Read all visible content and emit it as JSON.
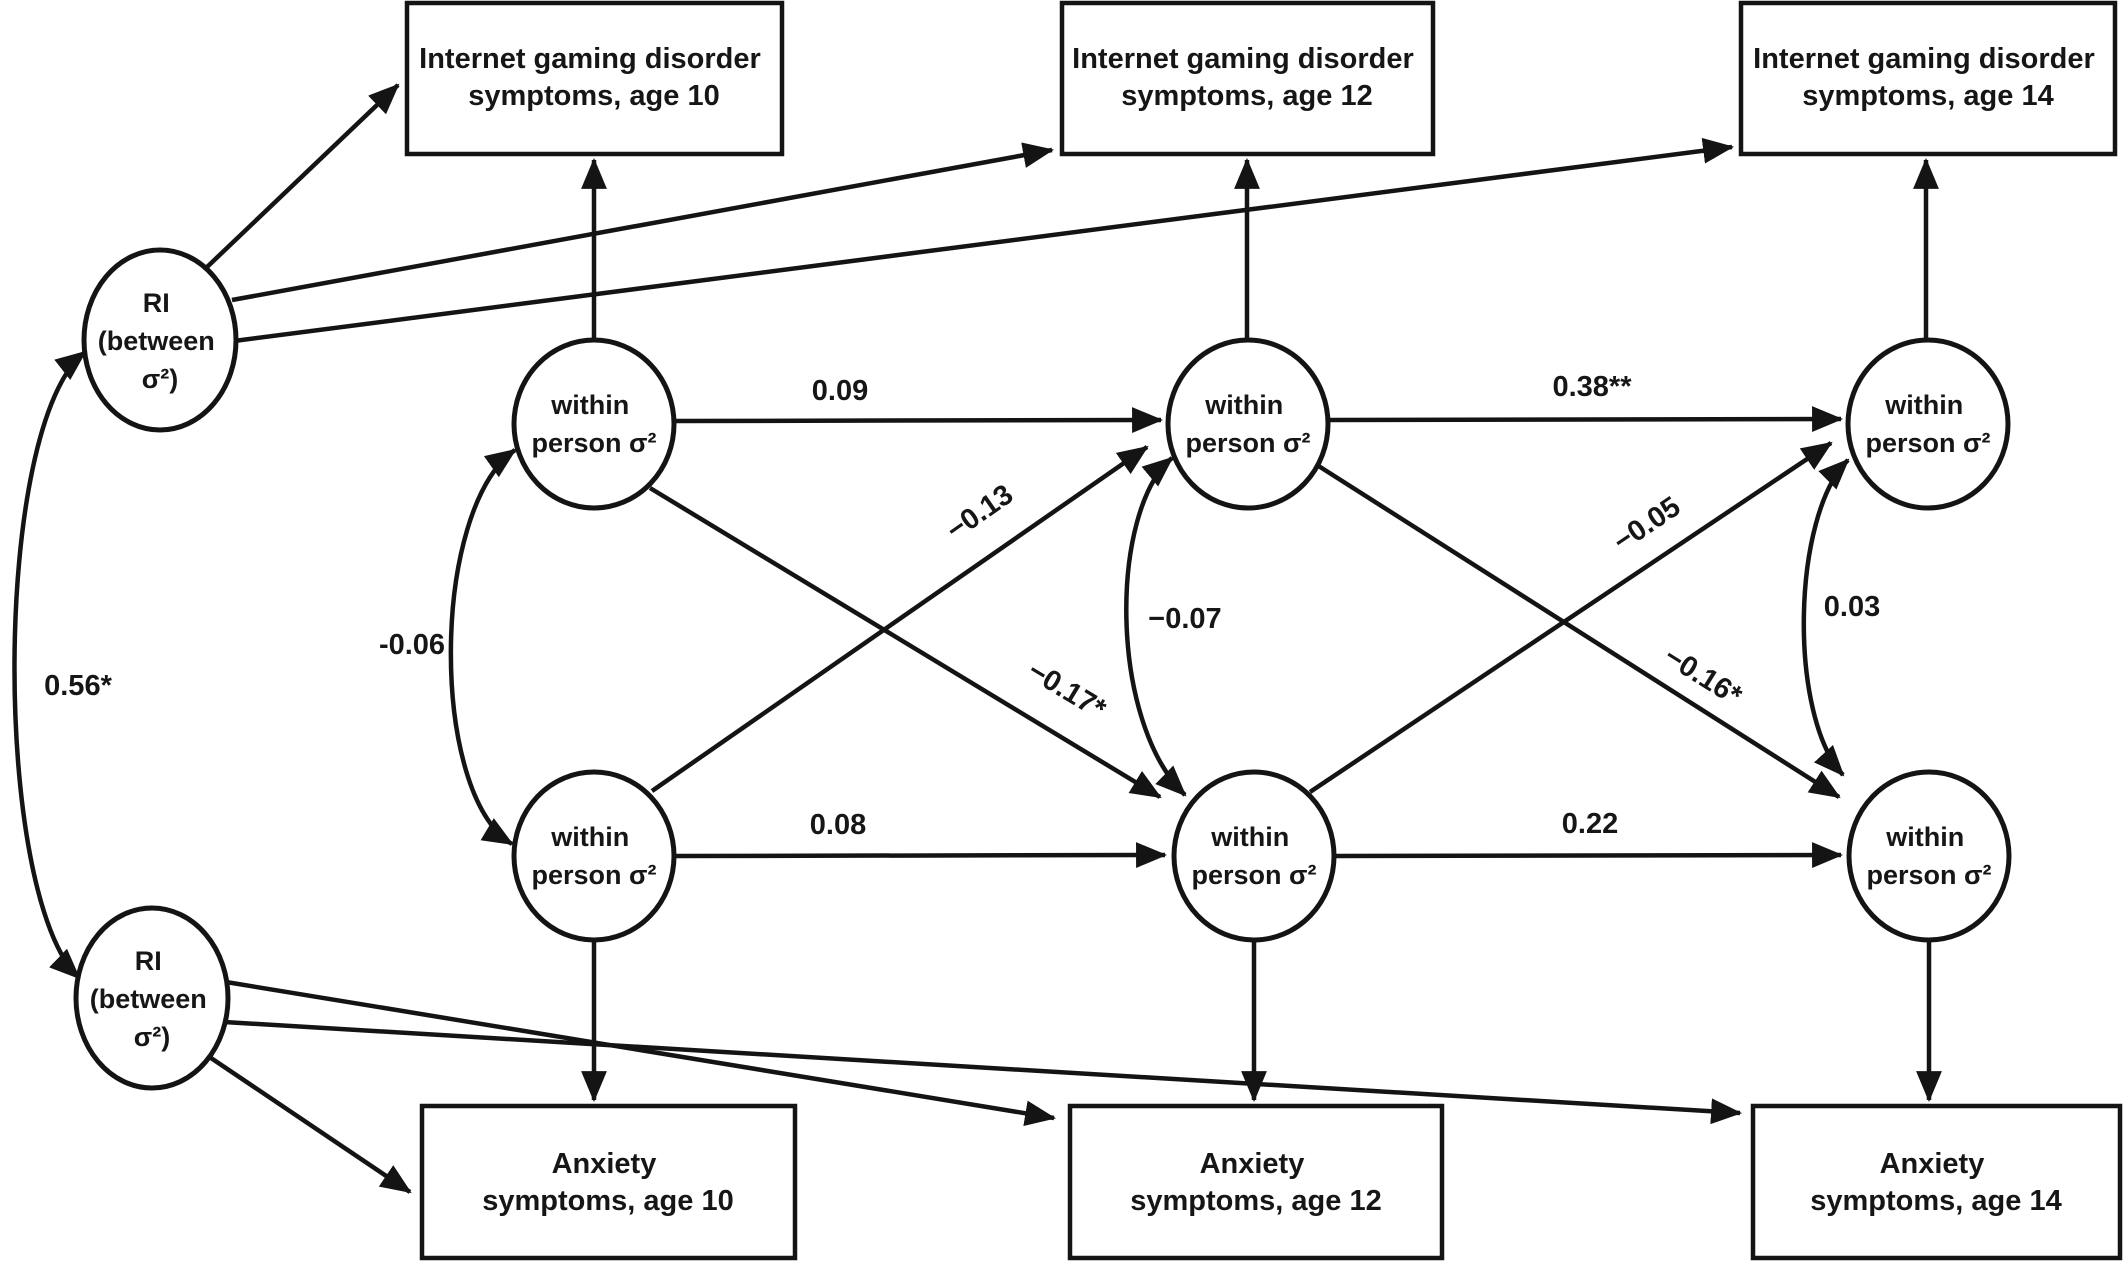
{
  "figure": {
    "background": "#ffffff",
    "line_color": "#141414",
    "observed": {
      "igd10": {
        "line1": "Internet gaming disorder",
        "line2": "symptoms, age 10"
      },
      "igd12": {
        "line1": "Internet gaming disorder",
        "line2": "symptoms, age 12"
      },
      "igd14": {
        "line1": "Internet gaming disorder",
        "line2": "symptoms, age 14"
      },
      "anx10": {
        "line1": "Anxiety",
        "line2": "symptoms, age 10"
      },
      "anx12": {
        "line1": "Anxiety",
        "line2": "symptoms, age 12"
      },
      "anx14": {
        "line1": "Anxiety",
        "line2": "symptoms, age 14"
      }
    },
    "latent": {
      "ri_top": {
        "line1": "RI",
        "line2": "(between",
        "line3": "σ²)"
      },
      "ri_bottom": {
        "line1": "RI",
        "line2": "(between",
        "line3": "σ²)"
      },
      "within": {
        "line1": "within",
        "line2": "person σ²"
      }
    },
    "coefficients": {
      "ri_covariance": "0.56*",
      "igd_ar_10_12": "0.09",
      "igd_ar_12_14": "0.38**",
      "anx_ar_10_12": "0.08",
      "anx_ar_12_14": "0.22",
      "cross_anx10_igd12": "−0.13",
      "cross_igd10_anx12": "−0.17*",
      "cross_anx12_igd14": "−0.05",
      "cross_igd12_anx14": "−0.16*",
      "within_cov_age10": "-0.06",
      "within_cov_age12": "−0.07",
      "within_cov_age14": "0.03"
    }
  }
}
